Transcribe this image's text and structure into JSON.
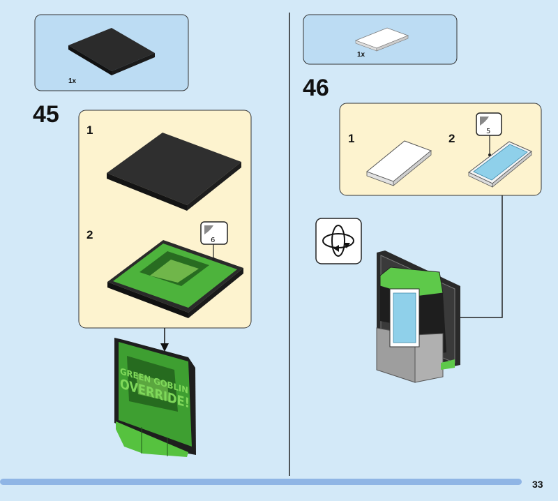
{
  "page_number": "33",
  "steps": [
    {
      "number": "45",
      "parts_list": [
        {
          "quantity": "1x",
          "part": "black-plate-4x4"
        }
      ],
      "substeps": [
        {
          "label": "1"
        },
        {
          "label": "2",
          "sticker_number": "6"
        }
      ],
      "sticker_text": [
        "GREEN GOBLIN",
        "OVERRIDE!"
      ]
    },
    {
      "number": "46",
      "parts_list": [
        {
          "quantity": "1x",
          "part": "white-tile-2x4"
        }
      ],
      "substeps": [
        {
          "label": "1"
        },
        {
          "label": "2",
          "sticker_number": "5"
        }
      ],
      "rotate_icon": "rotate-model-icon"
    }
  ],
  "colors": {
    "page_bg": "#d3e9f8",
    "parts_box": "#bcdcf3",
    "substep_box": "#fdf3cf",
    "footer_bar": "#8fb5e5",
    "green": "#5ec94a",
    "dark_green": "#1f5a1a"
  }
}
